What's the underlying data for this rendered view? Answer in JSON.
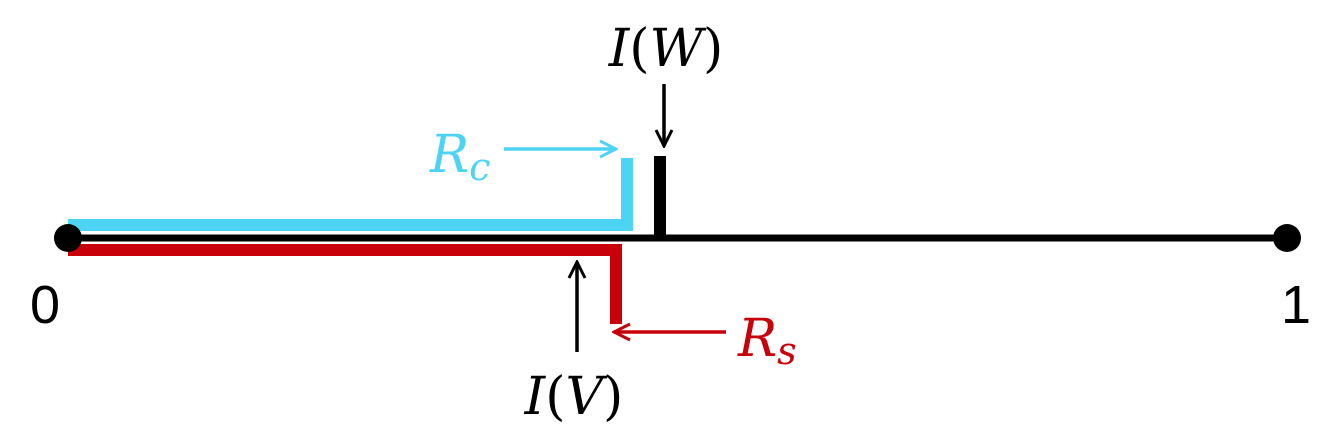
{
  "axis": {
    "start_label": "0",
    "end_label": "1"
  },
  "markers": {
    "w": {
      "func": "I",
      "lparen": "(",
      "arg": "W",
      "rparen": ")"
    },
    "v": {
      "func": "I",
      "lparen": "(",
      "arg": "V",
      "rparen": ")"
    },
    "rc": {
      "base": "R",
      "sub": "c"
    },
    "rs": {
      "base": "R",
      "sub": "s"
    }
  },
  "colors": {
    "axis": "#000000",
    "rc": "#4dd4f4",
    "rs": "#c8000a"
  }
}
